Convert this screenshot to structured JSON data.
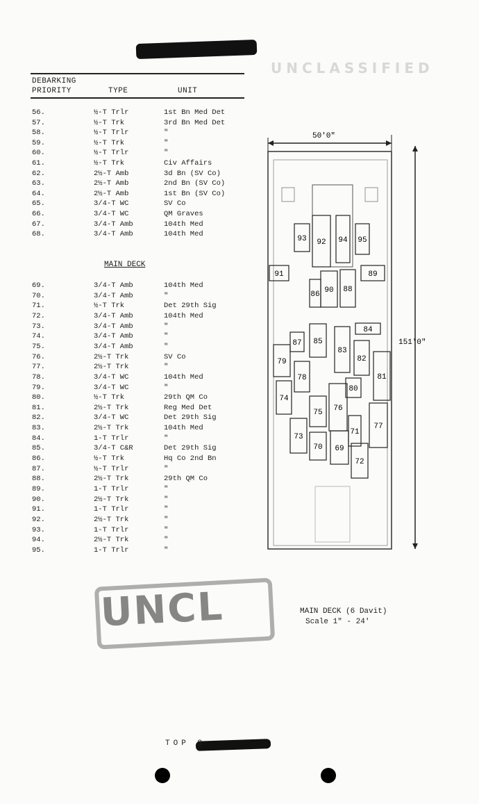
{
  "header": {
    "col_priority_line1": "DEBARKING",
    "col_priority_line2": "PRIORITY",
    "col_type": "TYPE",
    "col_unit": "UNIT"
  },
  "section_title": "MAIN DECK",
  "rows": [
    {
      "num": "56.",
      "type": "½-T Trlr",
      "unit": "1st Bn Med Det"
    },
    {
      "num": "57.",
      "type": "½-T Trk",
      "unit": "3rd Bn Med Det"
    },
    {
      "num": "58.",
      "type": "½-T Trlr",
      "unit": "\""
    },
    {
      "num": "59.",
      "type": "½-T Trk",
      "unit": "\""
    },
    {
      "num": "60.",
      "type": "½-T Trlr",
      "unit": "\""
    },
    {
      "num": "61.",
      "type": "½-T Trk",
      "unit": "Civ Affairs"
    },
    {
      "num": "62.",
      "type": "2½-T Amb",
      "unit": "3d Bn (SV Co)"
    },
    {
      "num": "63.",
      "type": "2½-T Amb",
      "unit": "2nd Bn (SV Co)"
    },
    {
      "num": "64.",
      "type": "2½-T Amb",
      "unit": "1st Bn (SV Co)"
    },
    {
      "num": "65.",
      "type": "3/4-T WC",
      "unit": "SV Co"
    },
    {
      "num": "66.",
      "type": "3/4-T WC",
      "unit": "QM Graves"
    },
    {
      "num": "67.",
      "type": "3/4-T Amb",
      "unit": "104th Med"
    },
    {
      "num": "68.",
      "type": "3/4-T Amb",
      "unit": "104th Med"
    },
    {
      "num": "69.",
      "type": "3/4-T Amb",
      "unit": "104th Med"
    },
    {
      "num": "70.",
      "type": "3/4-T Amb",
      "unit": "\""
    },
    {
      "num": "71.",
      "type": "½-T Trk",
      "unit": "Det 29th Sig"
    },
    {
      "num": "72.",
      "type": "3/4-T Amb",
      "unit": "104th Med"
    },
    {
      "num": "73.",
      "type": "3/4-T Amb",
      "unit": "\""
    },
    {
      "num": "74.",
      "type": "3/4-T Amb",
      "unit": "\""
    },
    {
      "num": "75.",
      "type": "3/4-T Amb",
      "unit": "\""
    },
    {
      "num": "76.",
      "type": "2½-T Trk",
      "unit": "SV Co"
    },
    {
      "num": "77.",
      "type": "2½-T Trk",
      "unit": "\""
    },
    {
      "num": "78.",
      "type": "3/4-T WC",
      "unit": "104th Med"
    },
    {
      "num": "79.",
      "type": "3/4-T WC",
      "unit": "\""
    },
    {
      "num": "80.",
      "type": "½-T Trk",
      "unit": "29th QM Co"
    },
    {
      "num": "81.",
      "type": "2½-T Trk",
      "unit": "Reg Med Det"
    },
    {
      "num": "82.",
      "type": "3/4-T WC",
      "unit": "Det 29th Sig"
    },
    {
      "num": "83.",
      "type": "2½-T Trk",
      "unit": "104th Med"
    },
    {
      "num": "84.",
      "type": "1-T Trlr",
      "unit": "\""
    },
    {
      "num": "85.",
      "type": "3/4-T C&R",
      "unit": "Det 29th Sig"
    },
    {
      "num": "86.",
      "type": "½-T Trk",
      "unit": "Hq Co 2nd Bn"
    },
    {
      "num": "87.",
      "type": "½-T Trlr",
      "unit": "\""
    },
    {
      "num": "88.",
      "type": "2½-T Trk",
      "unit": "29th QM Co"
    },
    {
      "num": "89.",
      "type": "1-T Trlr",
      "unit": "\""
    },
    {
      "num": "90.",
      "type": "2½-T Trk",
      "unit": "\""
    },
    {
      "num": "91.",
      "type": "1-T Trlr",
      "unit": "\""
    },
    {
      "num": "92.",
      "type": "2½-T Trk",
      "unit": "\""
    },
    {
      "num": "93.",
      "type": "1-T Trlr",
      "unit": "\""
    },
    {
      "num": "94.",
      "type": "2½-T Trk",
      "unit": "\""
    },
    {
      "num": "95.",
      "type": "1-T Trlr",
      "unit": "\""
    }
  ],
  "diagram": {
    "width_label": "50'0\"",
    "length_label": "151'0\"",
    "vehicles": [
      "93",
      "92",
      "94",
      "95",
      "91",
      "89",
      "90",
      "88",
      "86",
      "84",
      "87",
      "85",
      "83",
      "79",
      "82",
      "81",
      "78",
      "80",
      "74",
      "76",
      "75",
      "71",
      "77",
      "73",
      "70",
      "69",
      "72"
    ]
  },
  "caption": {
    "line1": "MAIN DECK (6 Davit)",
    "line2": "Scale 1\" - 24'"
  },
  "stamps": {
    "top_faded": "UNCLASSIFIED",
    "bottom": "UNCL"
  },
  "footer": "TOP S"
}
